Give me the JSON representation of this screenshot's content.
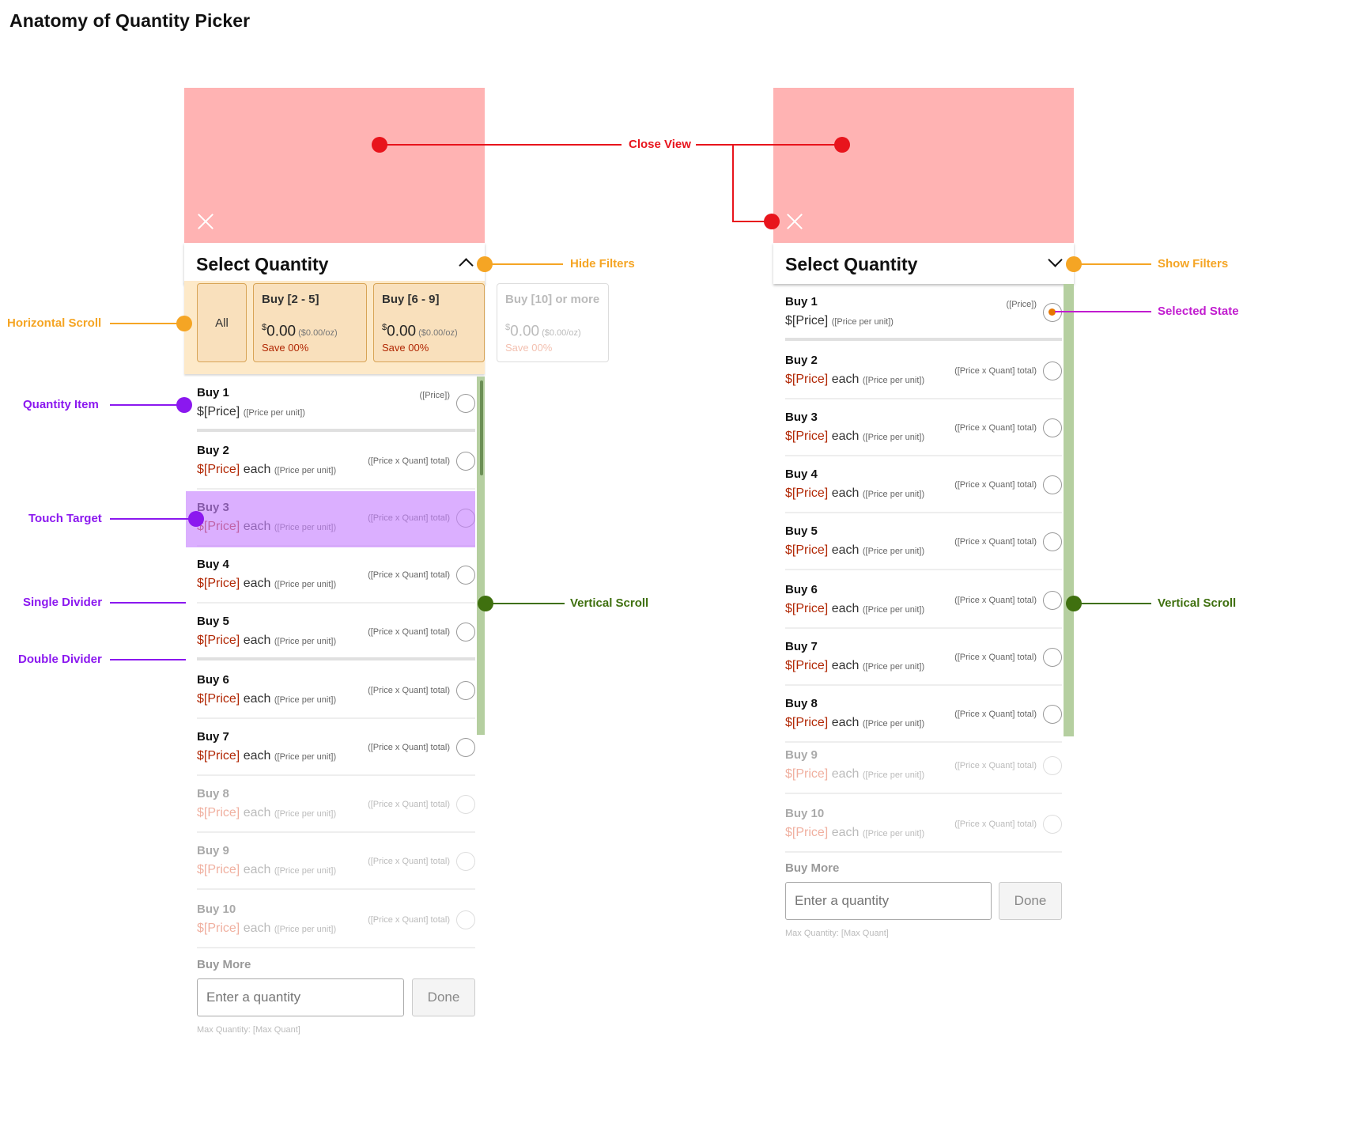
{
  "page_title": "Anatomy of Quantity Picker",
  "colors": {
    "scrim": "#ffb3b3",
    "close_view": "#e8141c",
    "filters": "#f5a524",
    "item": "#8b18ef",
    "selected": "#c11ccf",
    "scroll": "#3f700f",
    "price": "#b12704"
  },
  "annotations": {
    "close_view": "Close View",
    "hide_filters": "Hide Filters",
    "show_filters": "Show Filters",
    "horizontal_scroll": "Horizontal Scroll",
    "quantity_item": "Quantity Item",
    "touch_target": "Touch Target",
    "single_divider": "Single Divider",
    "double_divider": "Double Divider",
    "vertical_scroll": "Vertical Scroll",
    "selected_state": "Selected State"
  },
  "left_panel": {
    "title": "Select Quantity",
    "filters": [
      {
        "label": "All"
      },
      {
        "label": "Buy [2 - 5]",
        "price": "0.00",
        "currency": "$",
        "unit": "($0.00/oz)",
        "save": "Save 00%"
      },
      {
        "label": "Buy [6 - 9]",
        "price": "0.00",
        "currency": "$",
        "unit": "($0.00/oz)",
        "save": "Save 00%"
      },
      {
        "label": "Buy [10] or more",
        "price": "0.00",
        "currency": "$",
        "unit": "($0.00/oz)",
        "save": "Save 00%"
      }
    ],
    "items": [
      {
        "label": "Buy 1",
        "price": "$[Price]",
        "unit": "([Price per unit])",
        "total": "([Price])"
      },
      {
        "label": "Buy 2",
        "price": "$[Price]",
        "each": "each",
        "unit": "([Price per unit])",
        "total": "([Price x Quant] total)"
      },
      {
        "label": "Buy 3",
        "price": "$[Price]",
        "each": "each",
        "unit": "([Price per unit])",
        "total": "([Price x Quant] total)"
      },
      {
        "label": "Buy 4",
        "price": "$[Price]",
        "each": "each",
        "unit": "([Price per unit])",
        "total": "([Price x Quant] total)"
      },
      {
        "label": "Buy 5",
        "price": "$[Price]",
        "each": "each",
        "unit": "([Price per unit])",
        "total": "([Price x Quant] total)"
      },
      {
        "label": "Buy 6",
        "price": "$[Price]",
        "each": "each",
        "unit": "([Price per unit])",
        "total": "([Price x Quant] total)"
      },
      {
        "label": "Buy 7",
        "price": "$[Price]",
        "each": "each",
        "unit": "([Price per unit])",
        "total": "([Price x Quant] total)"
      },
      {
        "label": "Buy 8",
        "price": "$[Price]",
        "each": "each",
        "unit": "([Price per unit])",
        "total": "([Price x Quant] total)"
      },
      {
        "label": "Buy 9",
        "price": "$[Price]",
        "each": "each",
        "unit": "([Price per unit])",
        "total": "([Price x Quant] total)"
      },
      {
        "label": "Buy 10",
        "price": "$[Price]",
        "each": "each",
        "unit": "([Price per unit])",
        "total": "([Price x Quant] total)"
      }
    ],
    "buy_more_label": "Buy More",
    "input_placeholder": "Enter a quantity",
    "done_label": "Done",
    "max_quantity": "Max Quantity: [Max Quant]"
  },
  "right_panel": {
    "title": "Select Quantity",
    "items": [
      {
        "label": "Buy 1",
        "price": "$[Price]",
        "unit": "([Price per unit])",
        "total": "([Price])",
        "selected": true
      },
      {
        "label": "Buy 2",
        "price": "$[Price]",
        "each": "each",
        "unit": "([Price per unit])",
        "total": "([Price x Quant] total)"
      },
      {
        "label": "Buy 3",
        "price": "$[Price]",
        "each": "each",
        "unit": "([Price per unit])",
        "total": "([Price x Quant] total)"
      },
      {
        "label": "Buy 4",
        "price": "$[Price]",
        "each": "each",
        "unit": "([Price per unit])",
        "total": "([Price x Quant] total)"
      },
      {
        "label": "Buy 5",
        "price": "$[Price]",
        "each": "each",
        "unit": "([Price per unit])",
        "total": "([Price x Quant] total)"
      },
      {
        "label": "Buy 6",
        "price": "$[Price]",
        "each": "each",
        "unit": "([Price per unit])",
        "total": "([Price x Quant] total)"
      },
      {
        "label": "Buy 7",
        "price": "$[Price]",
        "each": "each",
        "unit": "([Price per unit])",
        "total": "([Price x Quant] total)"
      },
      {
        "label": "Buy 8",
        "price": "$[Price]",
        "each": "each",
        "unit": "([Price per unit])",
        "total": "([Price x Quant] total)"
      },
      {
        "label": "Buy 9",
        "price": "$[Price]",
        "each": "each",
        "unit": "([Price per unit])",
        "total": "([Price x Quant] total)"
      },
      {
        "label": "Buy 10",
        "price": "$[Price]",
        "each": "each",
        "unit": "([Price per unit])",
        "total": "([Price x Quant] total)"
      }
    ],
    "buy_more_label": "Buy More",
    "input_placeholder": "Enter a quantity",
    "done_label": "Done",
    "max_quantity": "Max Quantity: [Max Quant]"
  }
}
